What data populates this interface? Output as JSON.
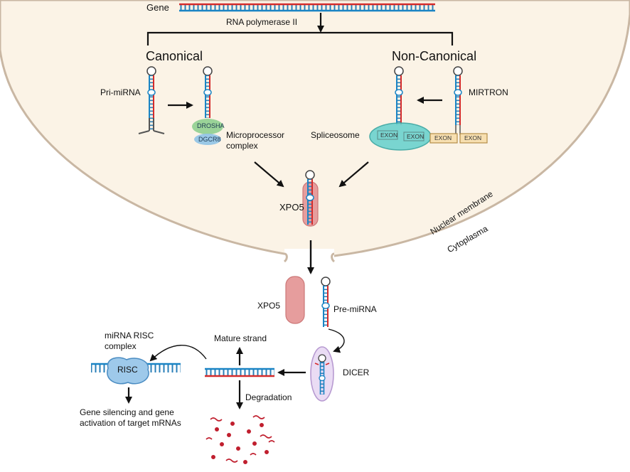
{
  "nucleus_labels": {
    "gene": "Gene",
    "rna_polymerase": "RNA polymerase II",
    "canonical": "Canonical",
    "non_canonical": "Non-Canonical",
    "pri_mirna": "Pri-miRNA",
    "drosha": "DROSHA",
    "dgcr8": "DGCR8",
    "microprocessor_line1": "Microprocessor",
    "microprocessor_line2": "complex",
    "spliceosome": "Spliceosome",
    "exon_a": "EXON",
    "exon_b": "EXON",
    "exon_c": "EXON",
    "exon_d": "EXON",
    "mirtron": "MIRTRON",
    "xpo5_nuclear": "XPO5",
    "nuclear_membrane": "Nuclear membrane"
  },
  "cytoplasm_labels": {
    "cytoplasma": "Cytoplasma",
    "xpo5_free": "XPO5",
    "pre_mirna": "Pre-miRNA",
    "dicer": "DICER",
    "mature_strand": "Mature strand",
    "degradation": "Degradation",
    "risc_line1": "miRNA RISC",
    "risc_line2": "complex",
    "risc": "RISC",
    "outcome_line1": "Gene silencing and gene",
    "outcome_line2": "activation of target mRNAs"
  },
  "colors": {
    "nucleus_fill": "#fbf3e6",
    "membrane": "#c9b7a3",
    "rna_blue": "#1a84c4",
    "rna_red": "#d42b2b",
    "xpo5_fill": "#e69d9d",
    "spliceosome_fill": "#6fd3cf",
    "risc_fill": "#9ec9ea",
    "exon_fill": "#f7dfb0",
    "dicer_fill": "#eadcf4",
    "drosha_fill": "#8fcf8f"
  }
}
